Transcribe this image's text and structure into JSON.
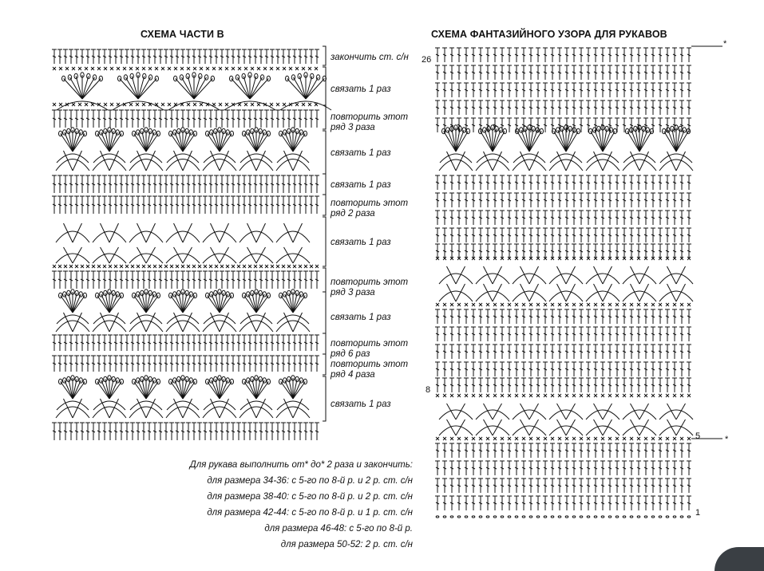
{
  "left_chart": {
    "title": "СХЕМА ЧАСТИ В",
    "row_labels": [
      "закончить ст. с/н",
      "связать 1 раз",
      "повторить этот ряд 3 раза",
      "связать 1 раз",
      "связать 1 раз",
      "повторить этот ряд 2 раза",
      "связать 1 раз",
      "повторить этот ряд 3 раза",
      "связать 1 раз",
      "повторить этот ряд 6 раз",
      "повторить этот ряд 4 раза",
      "связать 1 раз"
    ]
  },
  "right_chart": {
    "title": "СХЕМА ФАНТАЗИЙНОГО УЗОРА ДЛЯ РУКАВОВ",
    "row_numbers": [
      "26",
      "8",
      "5",
      "1"
    ],
    "repeat_marker": "*"
  },
  "notes": [
    "Для рукава выполнить от* до* 2 раза и закончить:",
    "для размера 34-36: с 5-го по 8-й р. и 2 р. ст. с/н",
    "для размера 38-40: с 5-го по 8-й р. и 2 р. ст. с/н",
    "для размера 42-44: с 5-го по 8-й р. и 1 р. ст. с/н",
    "для размера 46-48: с 5-го по 8-й р.",
    "для размера 50-52: 2 р. ст. с/н"
  ]
}
